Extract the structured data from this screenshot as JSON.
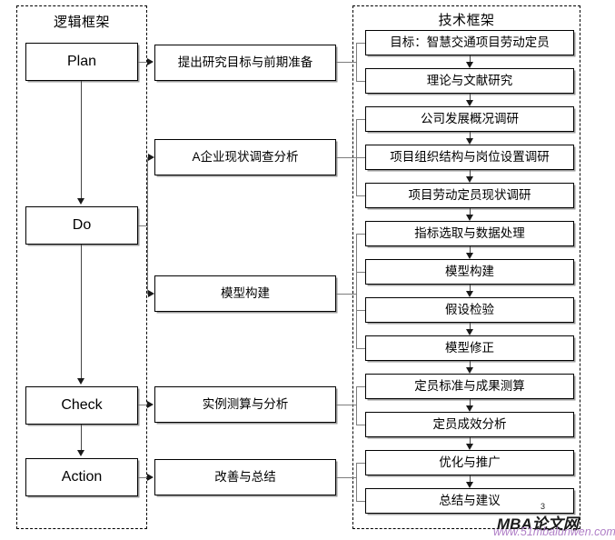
{
  "frames": {
    "logic": {
      "title": "逻辑框架"
    },
    "tech": {
      "title": "技术框架"
    }
  },
  "pdca": [
    {
      "label": "Plan"
    },
    {
      "label": "Do"
    },
    {
      "label": "Check"
    },
    {
      "label": "Action"
    }
  ],
  "middle": [
    {
      "label": "提出研究目标与前期准备"
    },
    {
      "label": "A企业现状调查分析"
    },
    {
      "label": "模型构建"
    },
    {
      "label": "实例测算与分析"
    },
    {
      "label": "改善与总结"
    }
  ],
  "tech_steps": [
    {
      "label": "目标：智慧交通项目劳动定员"
    },
    {
      "label": "理论与文献研究"
    },
    {
      "label": "公司发展概况调研"
    },
    {
      "label": "项目组织结构与岗位设置调研"
    },
    {
      "label": "项目劳动定员现状调研"
    },
    {
      "label": "指标选取与数据处理"
    },
    {
      "label": "模型构建"
    },
    {
      "label": "假设检验"
    },
    {
      "label": "模型修正"
    },
    {
      "label": "定员标准与成果测算"
    },
    {
      "label": "定员成效分析"
    },
    {
      "label": "优化与推广"
    },
    {
      "label": "总结与建议"
    }
  ],
  "watermark": {
    "page_number": "3",
    "brand": "MBA论文网",
    "url": "www.51mbalunwen.com"
  },
  "colors": {
    "line": "#7d7d7d",
    "border": "#000000",
    "shadow": "#9a9a9a",
    "url": "#b07fc7"
  }
}
